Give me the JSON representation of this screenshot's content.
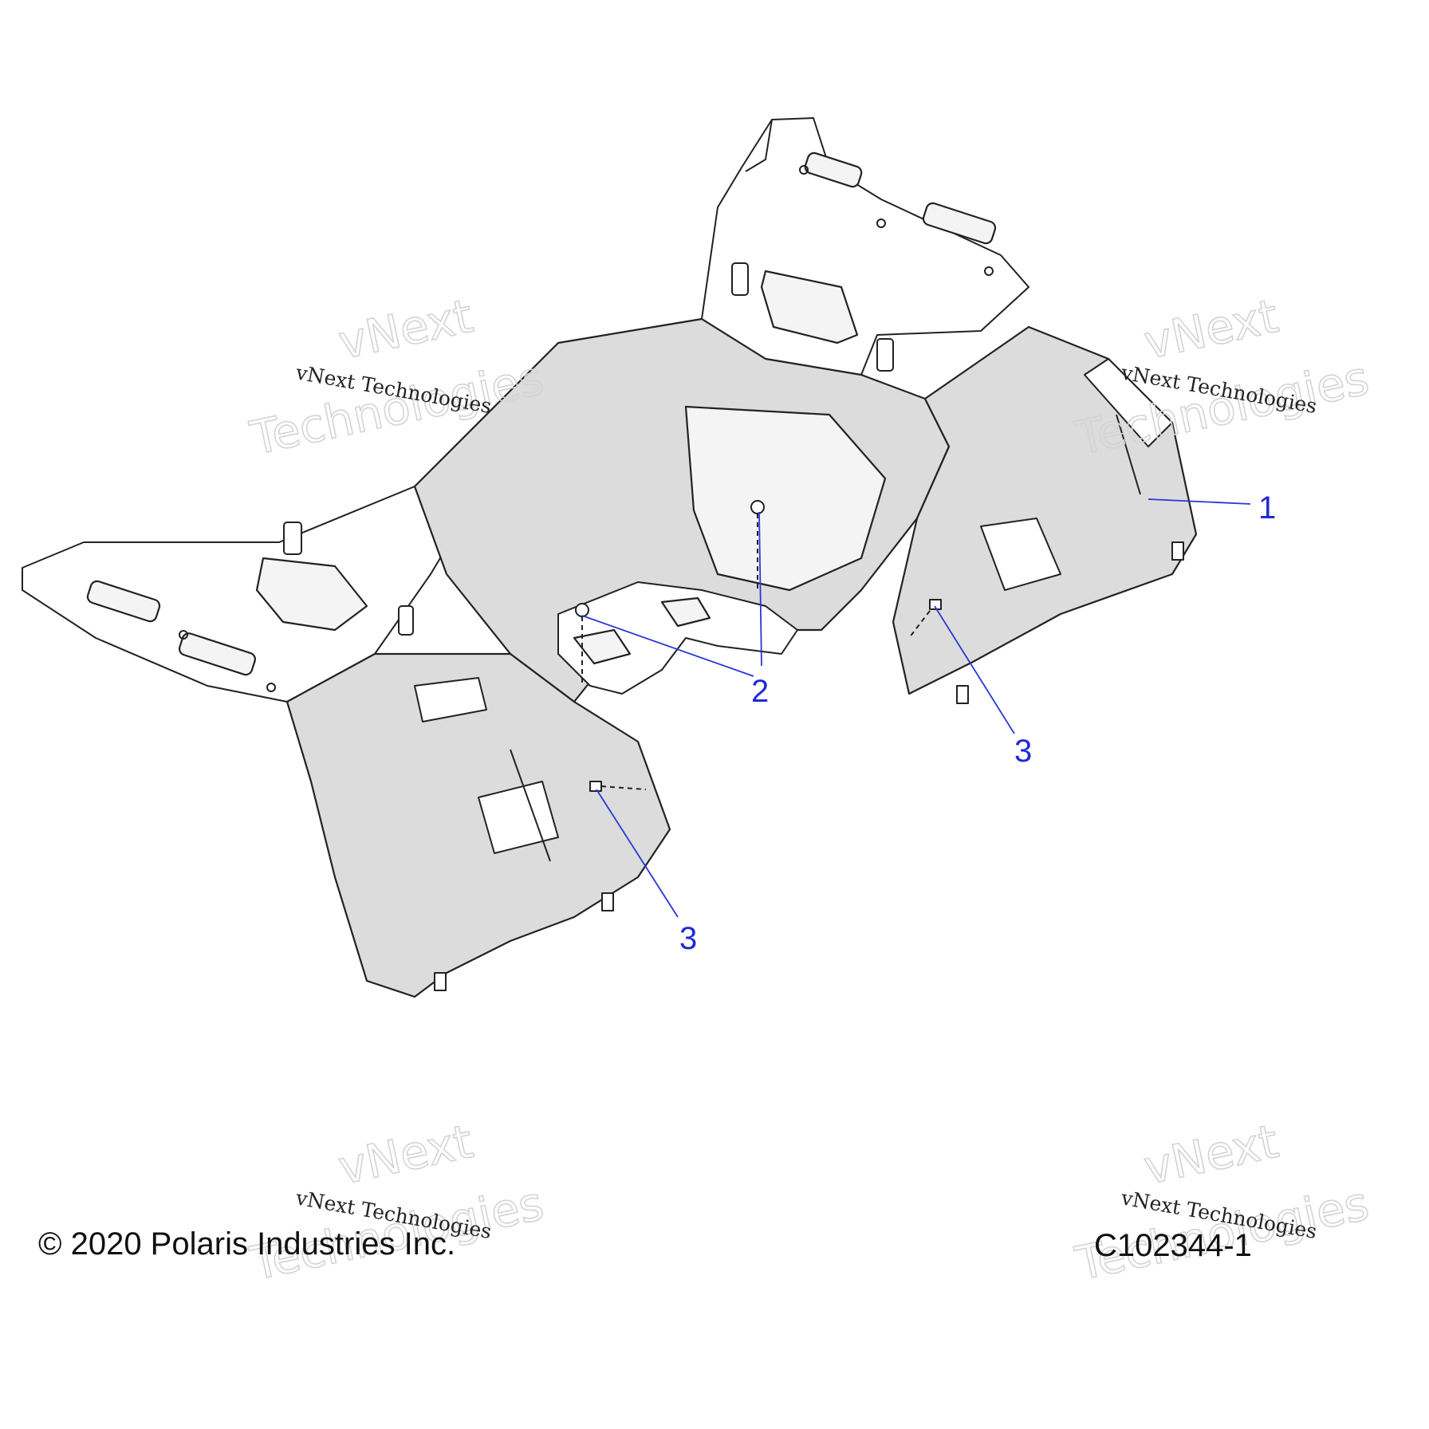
{
  "callouts": [
    {
      "label": "1"
    },
    {
      "label": "2"
    },
    {
      "label": "3"
    },
    {
      "label": "3"
    }
  ],
  "footer": {
    "copyright": "© 2020 Polaris Industries Inc.",
    "part_code": "C102344-1"
  },
  "watermark": {
    "line1": "vNext",
    "line2": "Technologies",
    "small": "vNext Technologies"
  },
  "colors": {
    "callout": "#1f2bd6",
    "part_fill": "#dcdcdc",
    "outline": "#222222"
  }
}
